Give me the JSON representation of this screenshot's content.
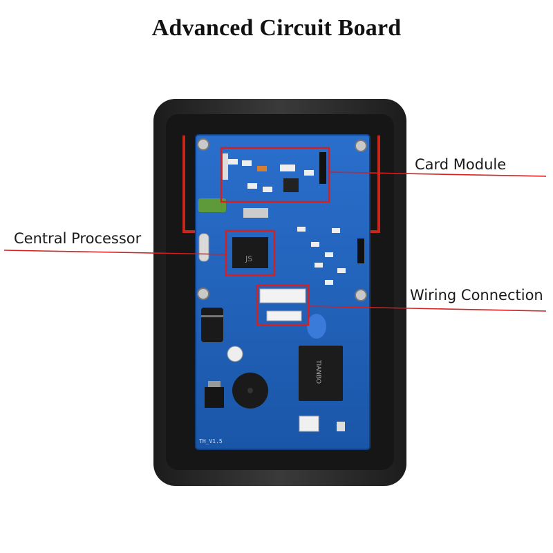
{
  "title": "Advanced Circuit Board",
  "callouts": {
    "card_module": "Card Module",
    "central_processor": "Central Processor",
    "wiring_connection": "Wiring Connection"
  },
  "board_marks": {
    "chip": "JS",
    "board_version": "TH_V1.5",
    "relay_text": "TIANBO"
  },
  "colors": {
    "pcb": "#1f5fb8",
    "housing": "#2a2a2a",
    "highlight": "#d42020"
  }
}
